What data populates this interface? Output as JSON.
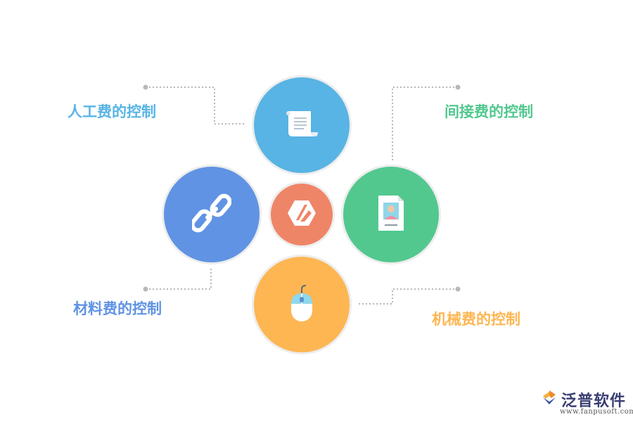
{
  "items": [
    {
      "label": "人工费的控制",
      "color": "#58b4e4",
      "icon": "scroll-icon"
    },
    {
      "label": "间接费的控制",
      "color": "#52c88f",
      "icon": "id-document-icon"
    },
    {
      "label": "材料费的控制",
      "color": "#6093e3",
      "icon": "chain-link-icon"
    },
    {
      "label": "机械费的控制",
      "color": "#fdb652",
      "icon": "mouse-icon"
    }
  ],
  "center": {
    "color": "#ef8567",
    "icon": "hexagon-logo-icon"
  },
  "brand": {
    "name": "泛普软件",
    "url": "www.fanpusoft.com"
  }
}
